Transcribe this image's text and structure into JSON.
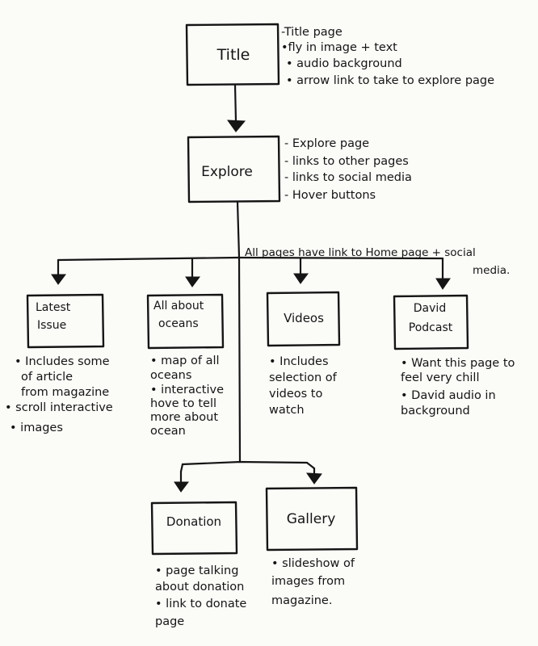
{
  "nodes": {
    "title": {
      "label": [
        "Title"
      ],
      "notes": [
        "-Title page",
        "•fly in image + text",
        "• audio background",
        "• arrow link to take to explore page"
      ]
    },
    "explore": {
      "label": [
        "Explore"
      ],
      "notes": [
        "- Explore page",
        "- links to other pages",
        "- links to social media",
        "- Hover buttons"
      ]
    },
    "latest_issue": {
      "label": [
        "Latest",
        "Issue"
      ],
      "notes": [
        "• Includes some",
        "  of article",
        "  from magazine",
        "• scroll interactive",
        "• images"
      ]
    },
    "all_about_oceans": {
      "label": [
        "All about",
        "oceans"
      ],
      "notes": [
        "• map of all",
        "  oceans",
        "• interactive",
        "  hove to tell",
        "  more about",
        "  ocean"
      ]
    },
    "videos": {
      "label": [
        "Videos"
      ],
      "notes": [
        "• Includes",
        "  selection of",
        "  videos to",
        "  watch"
      ]
    },
    "david_podcast": {
      "label": [
        "David",
        "Podcast"
      ],
      "notes": [
        "• Want this page to",
        "  feel very chill",
        "• David audio in",
        "  background"
      ]
    },
    "donation": {
      "label": [
        "Donation"
      ],
      "notes": [
        "• page talking",
        "  about donation",
        "• link to donate",
        "  page"
      ]
    },
    "gallery": {
      "label": [
        "Gallery"
      ],
      "notes": [
        "• slideshow of",
        "  images from",
        "  magazine."
      ]
    }
  },
  "connector_note": [
    "All pages have link to Home page + social",
    "media."
  ]
}
